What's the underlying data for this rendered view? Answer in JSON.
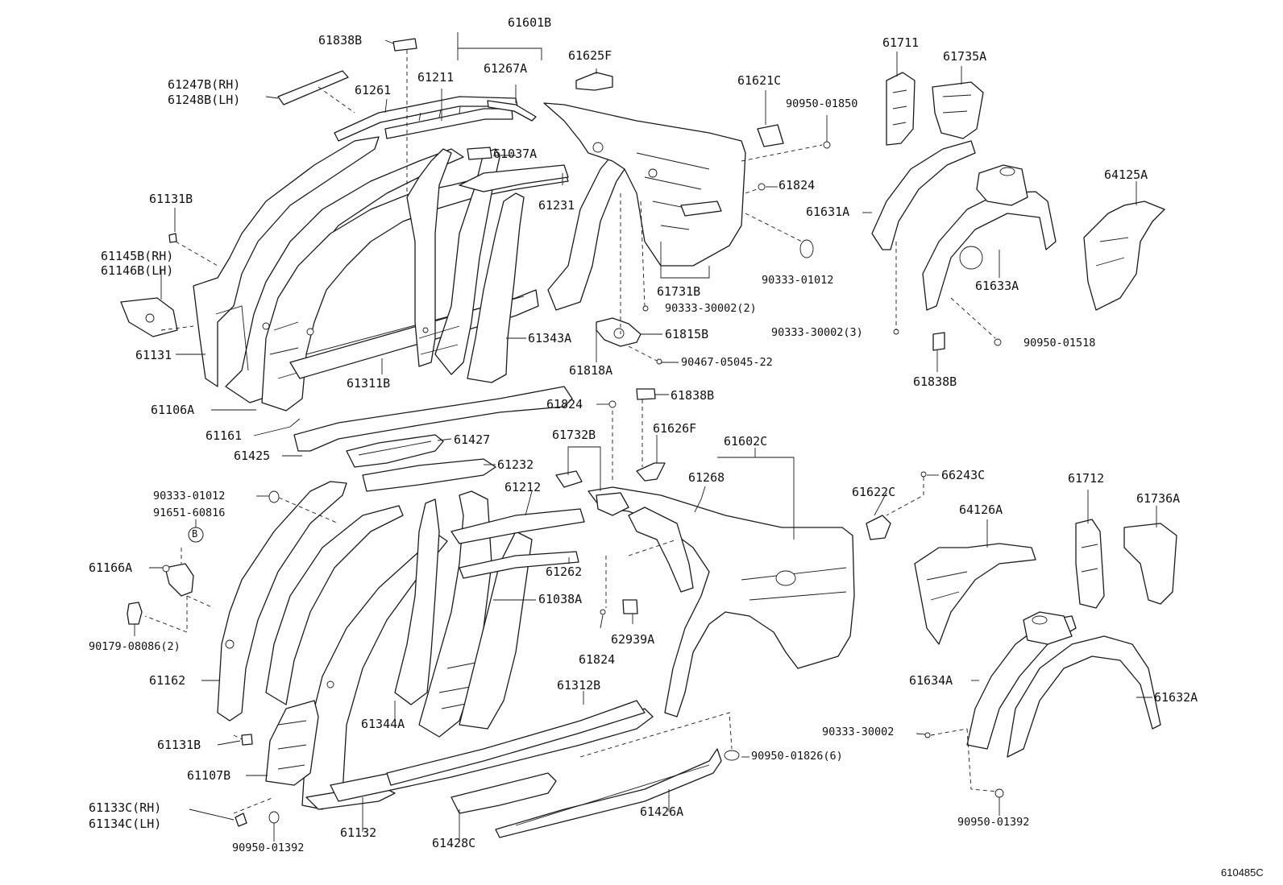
{
  "figure_code": "610485C",
  "callout_letter": "B",
  "labels": {
    "p61838B_top": "61838B",
    "p61601B": "61601B",
    "p61625F": "61625F",
    "p61711": "61711",
    "p61735A": "61735A",
    "p61247B": "61247B(RH)",
    "p61248B": "61248B(LH)",
    "p61261": "61261",
    "p61211": "61211",
    "p61267A": "61267A",
    "p61621C": "61621C",
    "p90950_01850": "90950-01850",
    "p61037A": "61037A",
    "p61231": "61231",
    "p61824_top": "61824",
    "p61631A": "61631A",
    "p64125A": "64125A",
    "p61131B_top": "61131B",
    "p61145B": "61145B(RH)",
    "p61146B": "61146B(LH)",
    "p90333_01012_right": "90333-01012",
    "p61731B": "61731B",
    "p90333_30002_2": "90333-30002(2)",
    "p61633A": "61633A",
    "p90333_30002_3": "90333-30002(3)",
    "p90950_01518": "90950-01518",
    "p61815B": "61815B",
    "p61343A": "61343A",
    "p61131": "61131",
    "p61818A": "61818A",
    "p90467": "90467-05045-22",
    "p61311B": "61311B",
    "p61838B_right": "61838B",
    "p61106A": "61106A",
    "p61824_mid": "61824",
    "p61838B_mid": "61838B",
    "p61161": "61161",
    "p61427": "61427",
    "p61732B": "61732B",
    "p61626F": "61626F",
    "p61602C": "61602C",
    "p61425": "61425",
    "p61232": "61232",
    "p66243C": "66243C",
    "p61268": "61268",
    "p90333_01012_left": "90333-01012",
    "p61212": "61212",
    "p61622C": "61622C",
    "p61712": "61712",
    "p91651": "91651-60816",
    "p64126A": "64126A",
    "p61736A": "61736A",
    "p61166A": "61166A",
    "p61262": "61262",
    "p61038A": "61038A",
    "p62939A": "62939A",
    "p90179": "90179-08086(2)",
    "p61824_low": "61824",
    "p61162": "61162",
    "p61634A": "61634A",
    "p61632A": "61632A",
    "p61312B": "61312B",
    "p61344A": "61344A",
    "p90333_30002_low": "90333-30002",
    "p61131B_low": "61131B",
    "p90950_01826": "90950-01826(6)",
    "p61107B": "61107B",
    "p61426A": "61426A",
    "p61133C": "61133C(RH)",
    "p61134C": "61134C(LH)",
    "p61132": "61132",
    "p90950_01392_left": "90950-01392",
    "p61428C": "61428C",
    "p90950_01392_right": "90950-01392"
  }
}
